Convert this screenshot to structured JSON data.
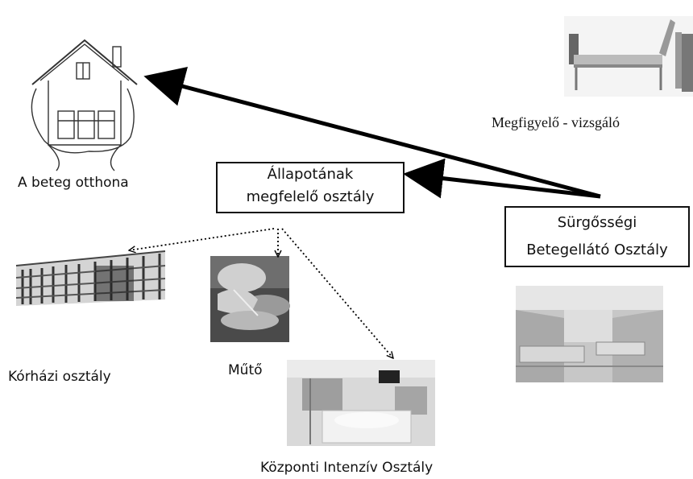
{
  "labels": {
    "home": "A beteg otthona",
    "observation": "Megfigyelő - vizsgáló",
    "ward": "Kórházi osztály",
    "surgery": "Műtő",
    "icu": "Központi Intenzív Osztály"
  },
  "boxes": {
    "appropriate_dept_line1": "Állapotának",
    "appropriate_dept_line2": "megfelelő osztály",
    "emergency_line1": "Sürgősségi",
    "emergency_line2": "Betegellátó Osztály"
  },
  "icons": [
    "house-icon",
    "hospital-bed-icon",
    "hospital-building-icon",
    "surgery-photo",
    "icu-photo",
    "emergency-ward-photo"
  ],
  "colors": {
    "arrow": "#000000",
    "box_border": "#111111"
  }
}
